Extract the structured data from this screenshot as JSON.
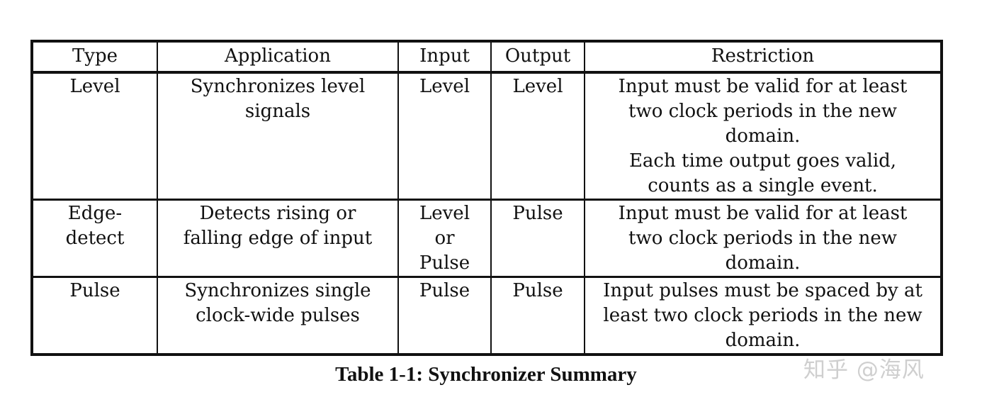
{
  "table": {
    "headers": [
      "Type",
      "Application",
      "Input",
      "Output",
      "Restriction"
    ],
    "rows": [
      {
        "type": [
          "Level"
        ],
        "application": [
          "Synchronizes level",
          "signals"
        ],
        "input": [
          "Level"
        ],
        "output": [
          "Level"
        ],
        "restriction": [
          "Input must be valid for at least",
          "two clock periods in the new",
          "domain.",
          "Each time output goes valid,",
          "counts as a single event."
        ]
      },
      {
        "type": [
          "Edge-",
          "detect"
        ],
        "application": [
          "Detects rising or",
          "falling edge of input"
        ],
        "input": [
          "Level",
          "or",
          "Pulse"
        ],
        "output": [
          "Pulse"
        ],
        "restriction": [
          "Input must be valid for at least",
          "two clock periods in the new",
          "domain."
        ]
      },
      {
        "type": [
          "Pulse"
        ],
        "application": [
          "Synchronizes single",
          "clock-wide pulses"
        ],
        "input": [
          "Pulse"
        ],
        "output": [
          "Pulse"
        ],
        "restriction": [
          "Input pulses must be spaced by at",
          "least two clock periods in the new",
          "domain."
        ]
      }
    ]
  },
  "caption": "Table 1-1: Synchronizer Summary",
  "watermark": "知乎 @海风"
}
